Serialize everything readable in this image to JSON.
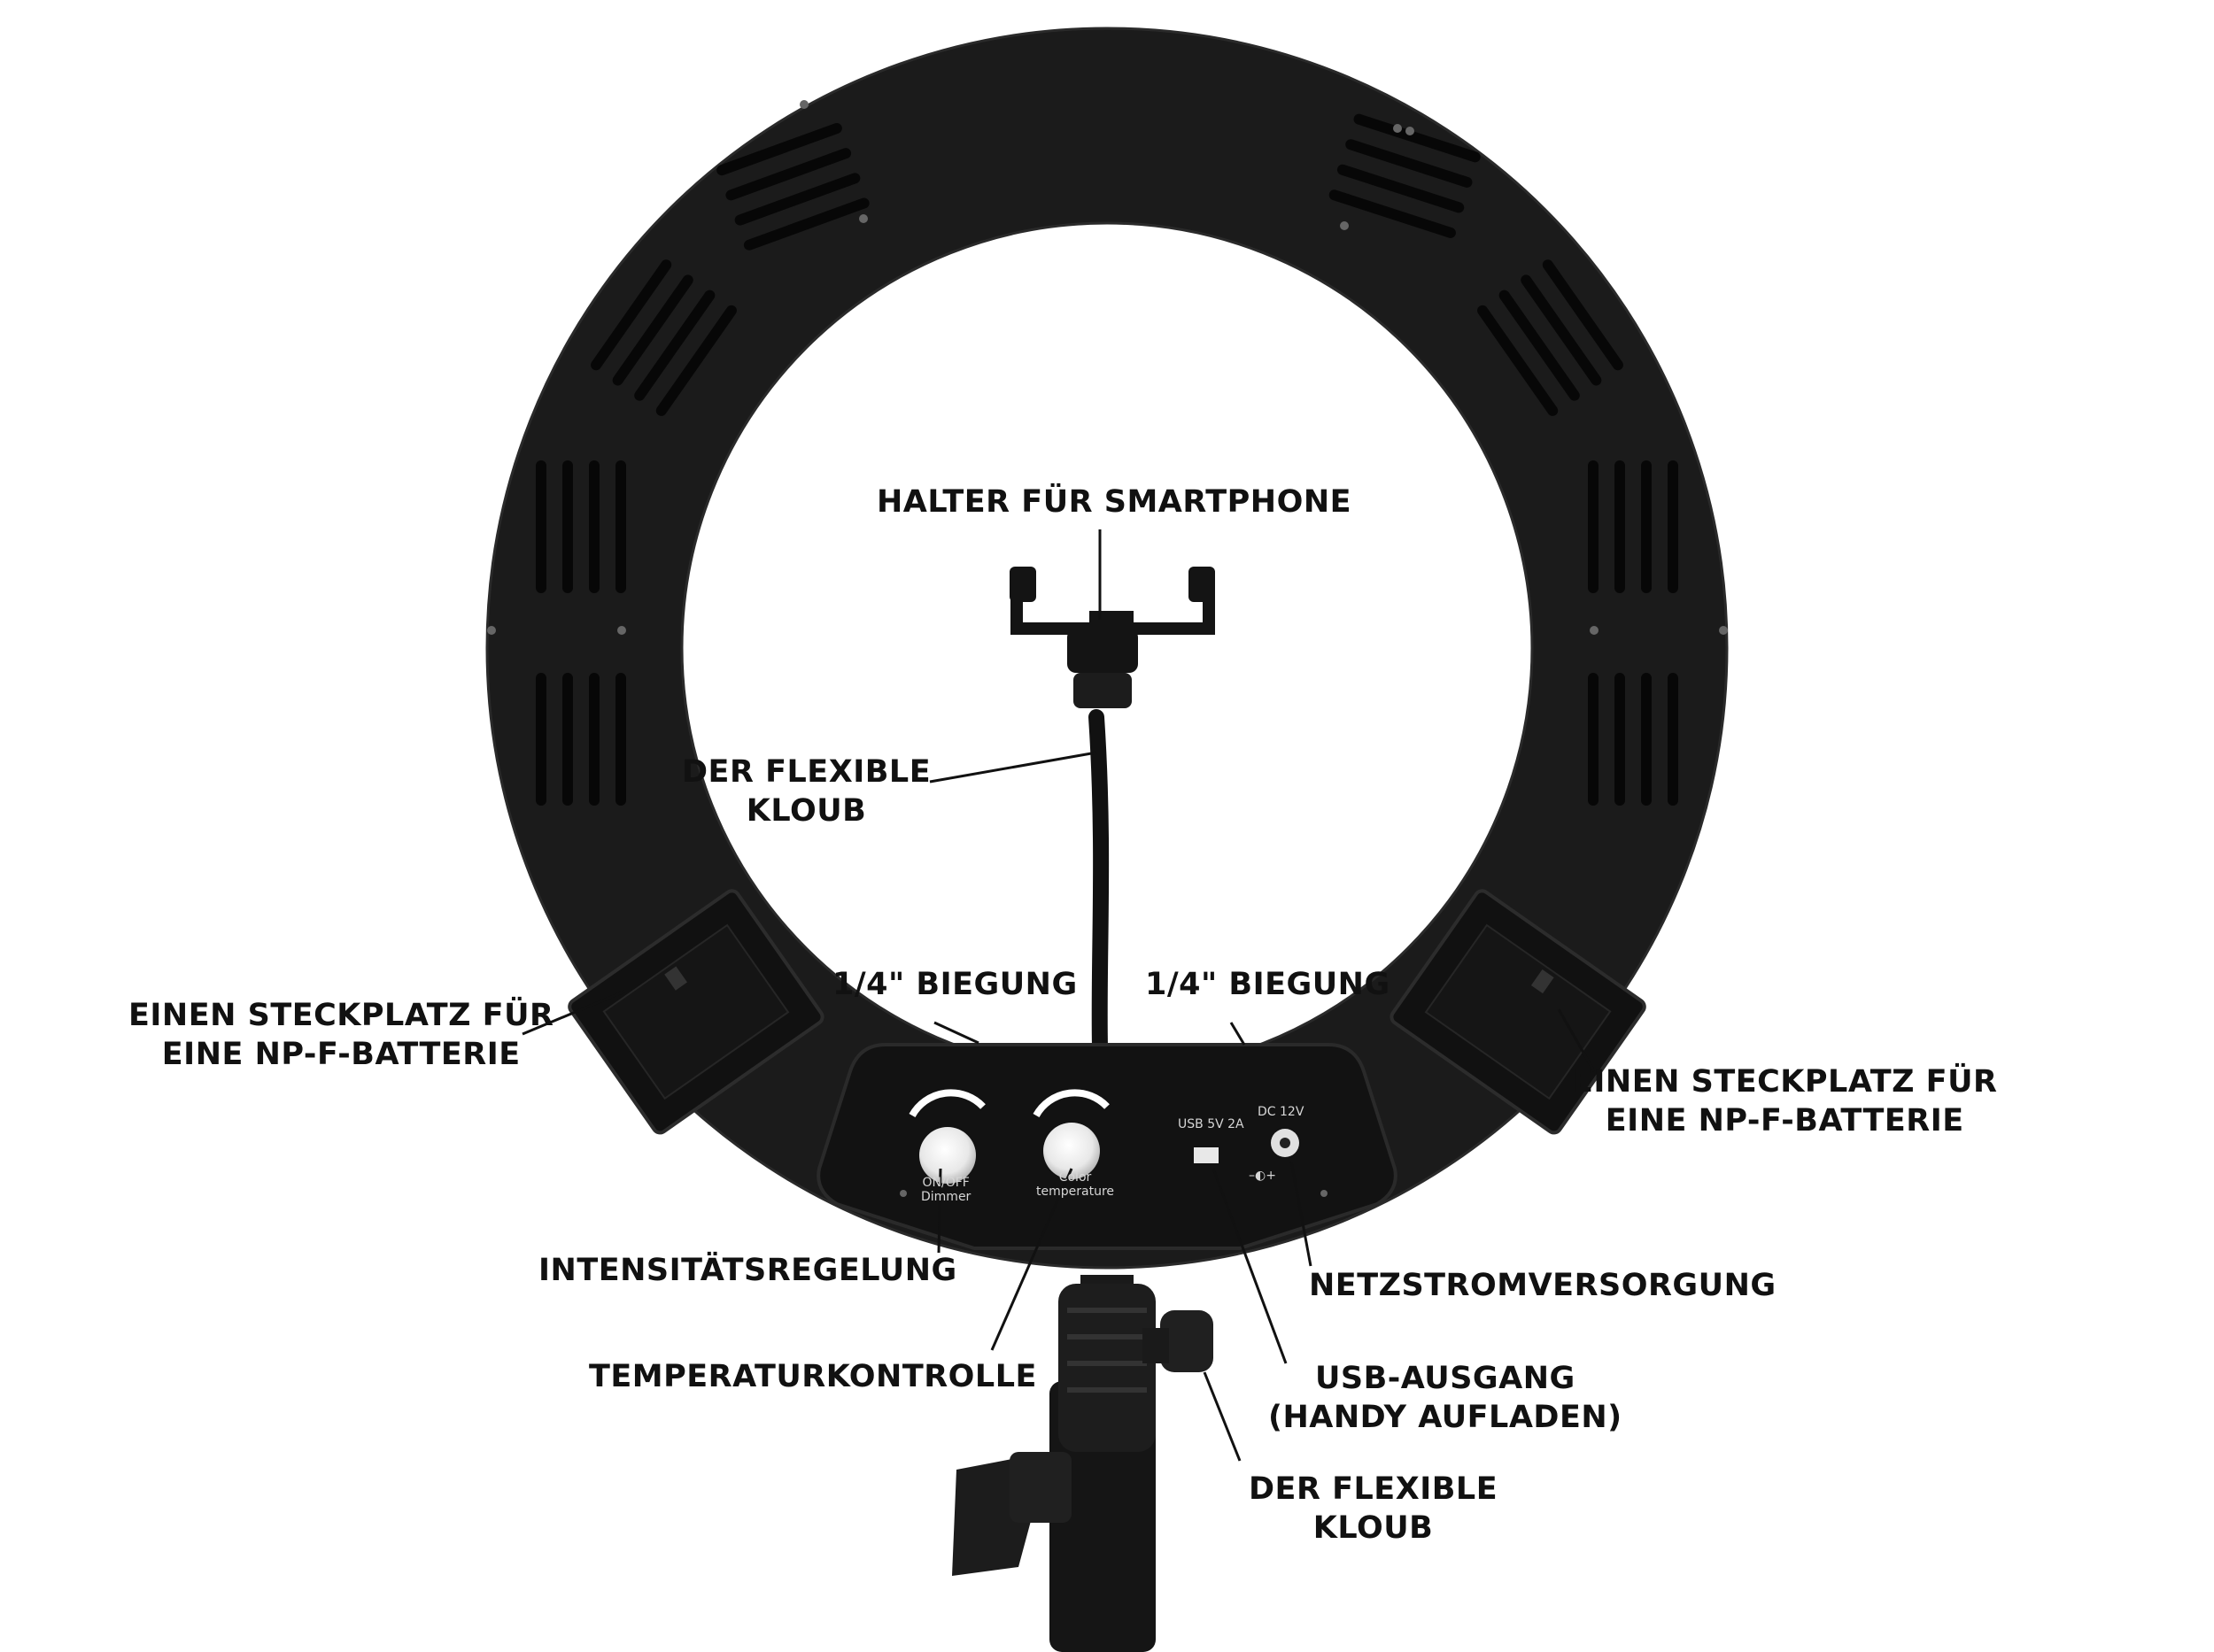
{
  "callouts": {
    "phone_holder": "HALTER FÜR SMARTPHONE",
    "flex_joint_top": [
      "DER FLEXIBLE",
      "KLOUB"
    ],
    "thread_left": "1/4\" BIEGUNG",
    "thread_right": "1/4\" BIEGUNG",
    "battery_left": [
      "EINEN STECKPLATZ FÜR",
      "EINE NP-F-BATTERIE"
    ],
    "battery_right": [
      "EINEN STECKPLATZ FÜR",
      "EINE NP-F-BATTERIE"
    ],
    "intensity": "INTENSITÄTSREGELUNG",
    "temperature": "TEMPERATURKONTROLLE",
    "power": "NETZSTROMVERSORGUNG",
    "usb": [
      "USB-AUSGANG",
      "(HANDY AUFLADEN)"
    ],
    "flex_joint_bottom": [
      "DER FLEXIBLE",
      "KLOUB"
    ]
  },
  "panel": {
    "usb_label": "USB 5V 2A",
    "dc_label": "DC 12V",
    "knob1_label": [
      "ON/OFF",
      "Dimmer"
    ],
    "knob2_label": [
      "Color",
      "temperature"
    ]
  },
  "colors": {
    "background": "#ffffff",
    "device": "#1b1b1b",
    "text": "#111111"
  }
}
